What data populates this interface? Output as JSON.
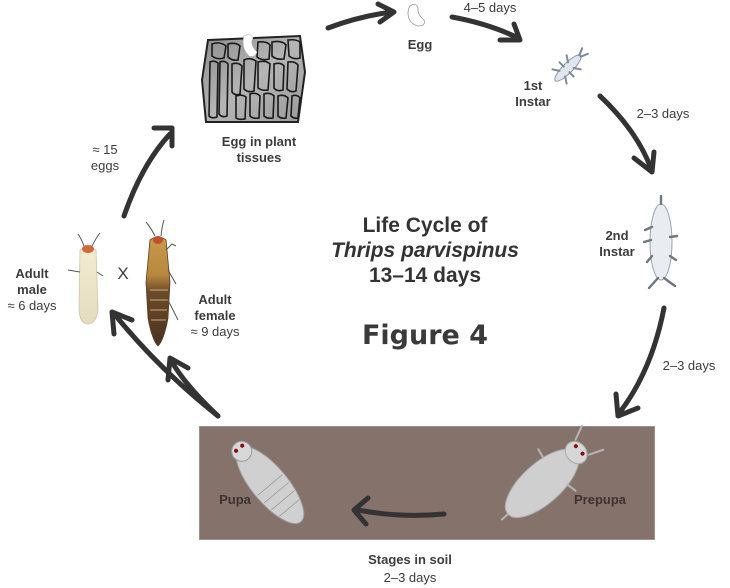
{
  "title": {
    "line1": "Life Cycle of",
    "species": "Thrips parvispinus",
    "duration": "13–14 days",
    "figure_label": "Figure 4"
  },
  "stages": {
    "egg_in_plant": {
      "line1": "Egg in plant",
      "line2": "tissues"
    },
    "egg": {
      "label": "Egg"
    },
    "first_instar": {
      "line1": "1st",
      "line2": "Instar"
    },
    "second_instar": {
      "line1": "2nd",
      "line2": "Instar"
    },
    "prepupa": {
      "label": "Prepupa"
    },
    "pupa": {
      "label": "Pupa"
    },
    "adult_male": {
      "line1": "Adult",
      "line2": "male",
      "duration": "≈ 6 days"
    },
    "adult_female": {
      "line1": "Adult",
      "line2": "female",
      "duration": "≈ 9 days"
    },
    "cross_symbol": "X"
  },
  "transitions": {
    "egg_to_first": "4–5 days",
    "first_to_second": "2–3 days",
    "second_to_prepupa": "2–3 days",
    "female_to_eggs_line1": "≈ 15",
    "female_to_eggs_line2": "eggs"
  },
  "soil": {
    "caption": "Stages in soil",
    "duration": "2–3 days",
    "color": "#85726b"
  },
  "colors": {
    "arrow": "#333333",
    "plant_tissue": "#a8a8a8",
    "text": "#3c3c3c"
  }
}
